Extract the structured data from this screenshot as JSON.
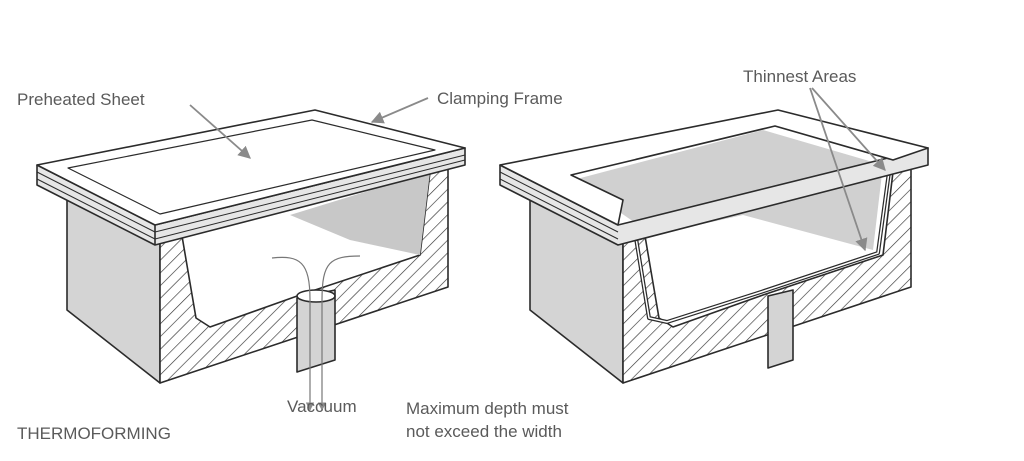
{
  "labels": {
    "preheated_sheet": "Preheated Sheet",
    "clamping_frame": "Clamping Frame",
    "thinnest_areas": "Thinnest Areas",
    "vacuum": "Vaccuum",
    "max_depth_line1": "Maximum depth must",
    "max_depth_line2": "not exceed the width",
    "title": "THERMOFORMING"
  },
  "colors": {
    "stroke": "#2b2b2b",
    "face": "#d4d4d4",
    "cavity_shade": "#c8c8c8",
    "arrow": "#8a8a8a",
    "text": "#5a5a5a"
  }
}
